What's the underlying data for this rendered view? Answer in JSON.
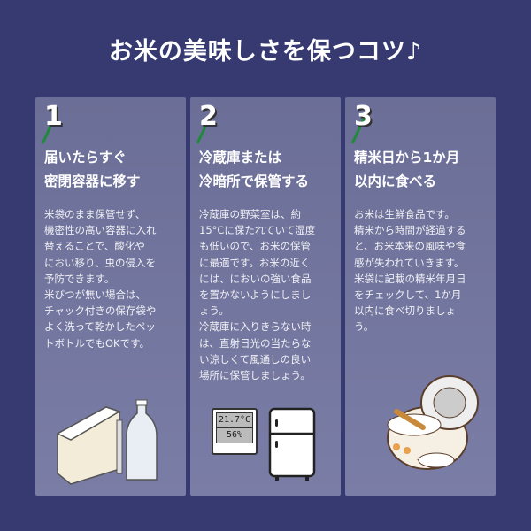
{
  "title": "お米の美味しさを保つコツ♪",
  "cards": [
    {
      "number": "1",
      "heading": "届いたらすぐ\n密閉容器に移す",
      "body": "米袋のまま保管せず、\n機密性の高い容器に入れ\n替えることで、酸化や\nにおい移り、虫の侵入を\n予防できます。\n米びつが無い場合は、\nチャック付きの保存袋や\nよく洗って乾かしたペッ\nトボトルでもOKです。"
    },
    {
      "number": "2",
      "heading": "冷蔵庫または\n冷暗所で保管する",
      "body": "冷蔵庫の野菜室は、約\n15°Cに保たれていて湿度\nも低いので、お米の保管\nに最適です。お米の近く\nには、においの強い食品\nを置かないようにしまし\nょう。\n冷蔵庫に入りきらない時\nは、直射日光の当たらな\nい涼しくて風通しの良い\n場所に保管しましょう。",
      "thermometer": {
        "temperature": "21.7°C",
        "humidity": "56%"
      }
    },
    {
      "number": "3",
      "heading": "精米日から1か月\n以内に食べる",
      "body": "お米は生鮮食品です。\n精米から時間が経過する\nと、お米本来の風味や食\n感が失われていきます。\n米袋に記載の精米年月日\nをチェックして、1か月\n以内に食べ切りましょ\nう。"
    }
  ]
}
